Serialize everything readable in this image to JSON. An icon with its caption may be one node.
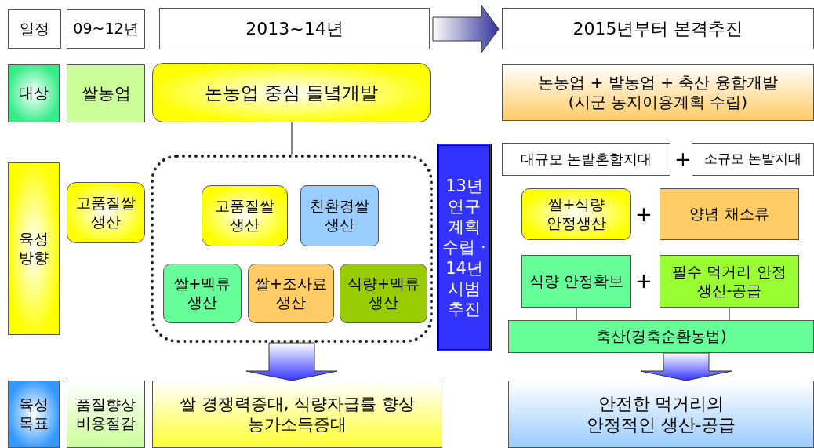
{
  "diagram": {
    "nodes": [
      {
        "text": [
          "일정"
        ]
      },
      {
        "text": [
          "09~12년"
        ]
      },
      {
        "text": [
          "2013~14년"
        ]
      },
      {
        "text": [
          "2015년부터 본격추진"
        ]
      },
      {
        "text": [
          "대상"
        ]
      },
      {
        "text": [
          "쌀농업"
        ]
      },
      {
        "text": [
          "논농업 중심 들녘개발"
        ]
      },
      {
        "text": [
          "논농업 + 밭농업 + 축산 융합개발 (시군 농지이용계획 수립)"
        ]
      },
      {
        "text": [
          "육성 방향"
        ]
      },
      {
        "text": [
          "고품질쌀 생산"
        ]
      },
      {
        "text": [],
        "shape": "box"
      },
      {
        "text": [
          "고품질쌀 생산"
        ],
        "in": 10
      },
      {
        "text": [
          "친환경쌀 생산"
        ],
        "in": 10
      },
      {
        "text": [
          "쌀+맥류 생산"
        ],
        "in": 10
      },
      {
        "text": [
          "쌀+조사료 생산"
        ],
        "in": 10
      },
      {
        "text": [
          "식량+맥류 생산"
        ],
        "in": 10
      },
      {
        "text": [
          "13년 연구계획 수립 · 14년 시범추진"
        ]
      },
      {
        "text": [
          "대규모 논밭혼합지대"
        ]
      },
      {
        "text": [
          "소규모 논밭지대"
        ]
      },
      {
        "text": [
          "쌀+식량 안정생산"
        ]
      },
      {
        "text": [
          "양념 채소류"
        ]
      },
      {
        "text": [
          "식량 안정확보"
        ]
      },
      {
        "text": [
          "필수 먹거리 안정 생산-공급"
        ]
      },
      {
        "text": [
          "축산(경축순환농법)"
        ]
      },
      {
        "text": [
          "육성 목표"
        ]
      },
      {
        "text": [
          "품질향상 비용절감"
        ]
      },
      {
        "text": [
          "쌀 경쟁력증대, 식량자급률 향상 농가소득증대"
        ]
      },
      {
        "text": [
          "안전한 먹거리의 안정적인 생산-공급"
        ]
      }
    ],
    "edges": [
      {
        "from": 2,
        "to": 3,
        "arrow": "to",
        "style": "thick"
      },
      {
        "from": 6,
        "to": 10,
        "arrow": "none"
      },
      {
        "from": 10,
        "to": 26,
        "arrow": "to",
        "style": "thick"
      },
      {
        "from": 21,
        "to": 23,
        "arrow": "none"
      },
      {
        "from": 22,
        "to": 23,
        "arrow": "none"
      },
      {
        "from": 23,
        "to": 27,
        "arrow": "to",
        "style": "thick"
      }
    ],
    "labels": [
      "+",
      "+",
      "+"
    ]
  }
}
